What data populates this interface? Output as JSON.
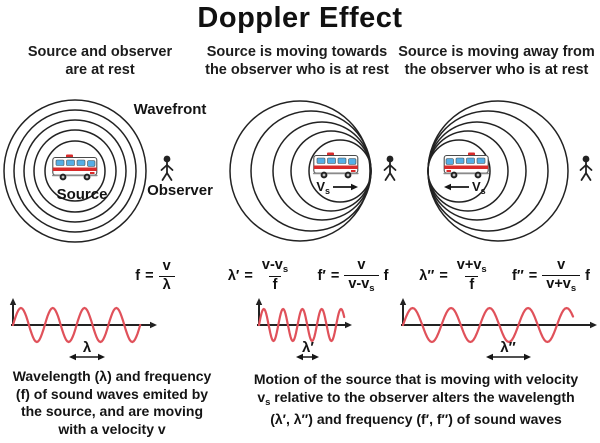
{
  "title": "Doppler Effect",
  "symbols": {
    "equals": "="
  },
  "panels": [
    {
      "header_lines": [
        "Source and observer",
        "are at rest"
      ],
      "wavefront_label": "Wavefront",
      "source_label": "Source",
      "observer_label": "Observer",
      "formula": {
        "lhs": "f",
        "num": "v",
        "den": "λ"
      },
      "wave_label": "λ"
    },
    {
      "header_lines": [
        "Source is moving towards",
        "the observer who is at rest"
      ],
      "velocity": {
        "main": "V",
        "sub": "s"
      },
      "formula_wavelength": {
        "lhs": "λ′",
        "num_main": "v-v",
        "num_sub": "s",
        "den": "f"
      },
      "formula_frequency": {
        "lhs": "f′",
        "num": "v",
        "den_main": "v-v",
        "den_sub": "s",
        "suffix": "f"
      },
      "wave_label": "λ′"
    },
    {
      "header_lines": [
        "Source is moving away from",
        "the observer who is at rest"
      ],
      "velocity": {
        "main": "V",
        "sub": "s"
      },
      "formula_wavelength": {
        "lhs": "λ″",
        "num_main": "v+v",
        "num_sub": "s",
        "den": "f"
      },
      "formula_frequency": {
        "lhs": "f″",
        "num": "v",
        "den_main": "v+v",
        "den_sub": "s",
        "suffix": "f"
      },
      "wave_label": "λ″"
    }
  ],
  "captions": {
    "left_lines": [
      "Wavelength (λ) and frequency",
      "(f) of sound waves emited by",
      "the source, and are moving",
      "with a velocity v"
    ],
    "right_line1": "Motion of the source that is moving with velocity",
    "right_line2": {
      "pre": "v",
      "sub": "s",
      "rest": " relative to the observer alters the wavelength"
    },
    "right_line3": "(λ′, λ″) and frequency (f′, f″) of sound waves"
  },
  "colors": {
    "wave": "#e0515a",
    "stroke": "#222222",
    "ambulance_red": "#d92b2b",
    "window_blue": "#55aee6"
  }
}
